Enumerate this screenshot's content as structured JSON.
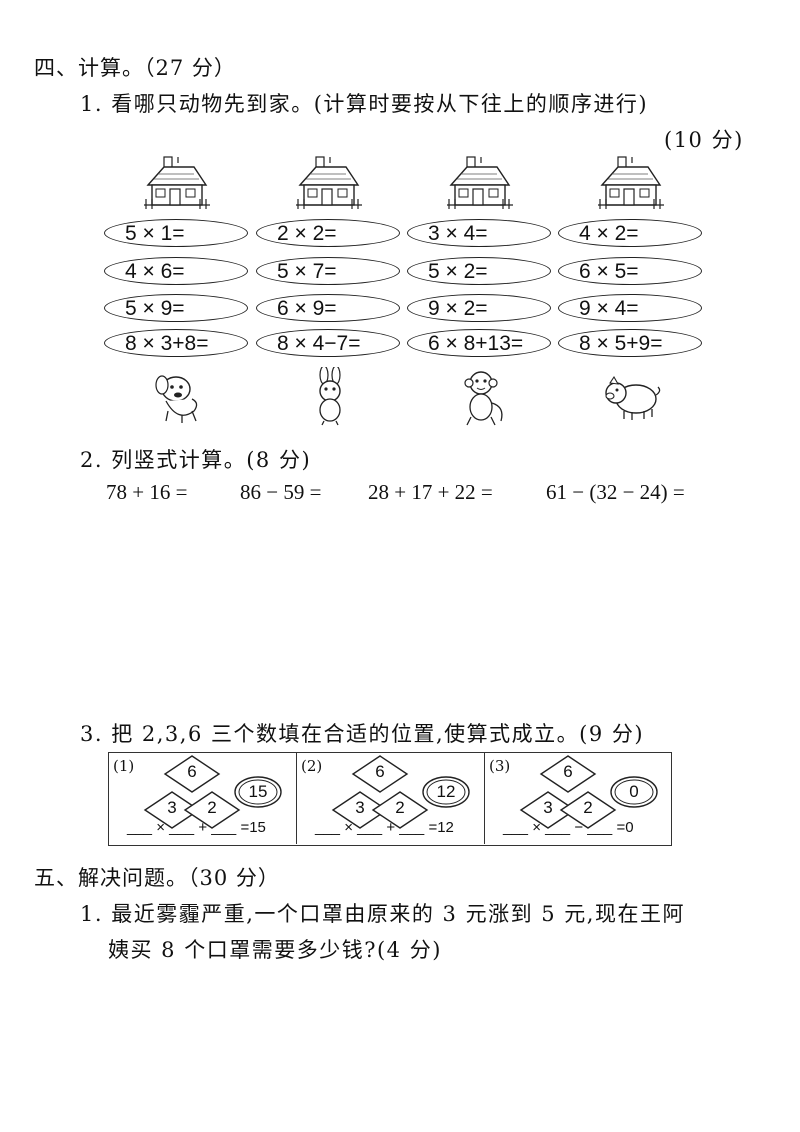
{
  "section4": {
    "title": "四、计算。（27 分）"
  },
  "q1": {
    "text": "1. 看哪只动物先到家。(计算时要按从下往上的顺序进行)",
    "score": "(10 分)",
    "columns": [
      {
        "animal": "dog-icon",
        "rows": [
          "5 × 1=",
          "4 × 6=",
          "5 × 9=",
          "8 × 3+8="
        ]
      },
      {
        "animal": "rabbit-icon",
        "rows": [
          "2 × 2=",
          "5 × 7=",
          "6 × 9=",
          "8 × 4−7="
        ]
      },
      {
        "animal": "monkey-icon",
        "rows": [
          "3 × 4=",
          "5 × 2=",
          "9 × 2=",
          "6 × 8+13="
        ]
      },
      {
        "animal": "pig-icon",
        "rows": [
          "4 × 2=",
          "6 × 5=",
          "9 × 4=",
          "8 × 5+9="
        ]
      }
    ]
  },
  "q2": {
    "text": "2. 列竖式计算。(8 分)",
    "problems": [
      "78 + 16 =",
      "86 − 59 =",
      "28 + 17 + 22 =",
      "61 − (32 − 24) ="
    ]
  },
  "q3": {
    "text": "3. 把 2,3,6 三个数填在合适的位置,使算式成立。(9 分)",
    "panels": [
      {
        "label": "(1)",
        "top": "6",
        "left": "3",
        "right": "2",
        "target": "15",
        "equation": "___ × ___ + ___ =15"
      },
      {
        "label": "(2)",
        "top": "6",
        "left": "3",
        "right": "2",
        "target": "12",
        "equation": "___ × ___ + ___ =12"
      },
      {
        "label": "(3)",
        "top": "6",
        "left": "3",
        "right": "2",
        "target": "0",
        "equation": "___ × ___ − ___ =0"
      }
    ]
  },
  "section5": {
    "title": "五、解决问题。（30 分）"
  },
  "p1": {
    "line1": "1. 最近雾霾严重,一个口罩由原来的 3 元涨到 5 元,现在王阿",
    "line2": "姨买 8 个口罩需要多少钱?(4 分)"
  }
}
